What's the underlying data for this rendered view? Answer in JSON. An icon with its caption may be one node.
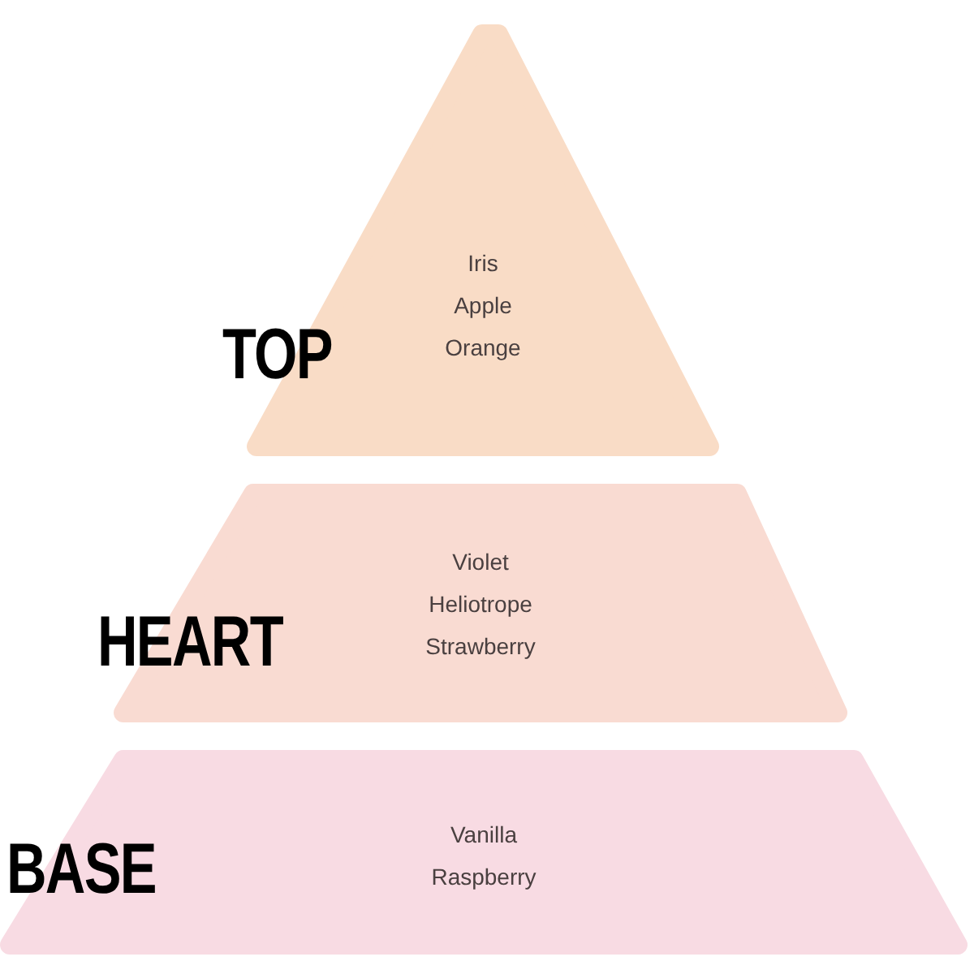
{
  "diagram": {
    "nodes": [
      {
        "text": [
          "TOP",
          "Iris",
          "Apple",
          "Orange"
        ]
      },
      {
        "text": [
          "HEART",
          "Violet",
          "Heliotrope",
          "Strawberry"
        ]
      },
      {
        "text": [
          "BASE",
          "Vanilla",
          "Raspberry"
        ]
      }
    ]
  }
}
